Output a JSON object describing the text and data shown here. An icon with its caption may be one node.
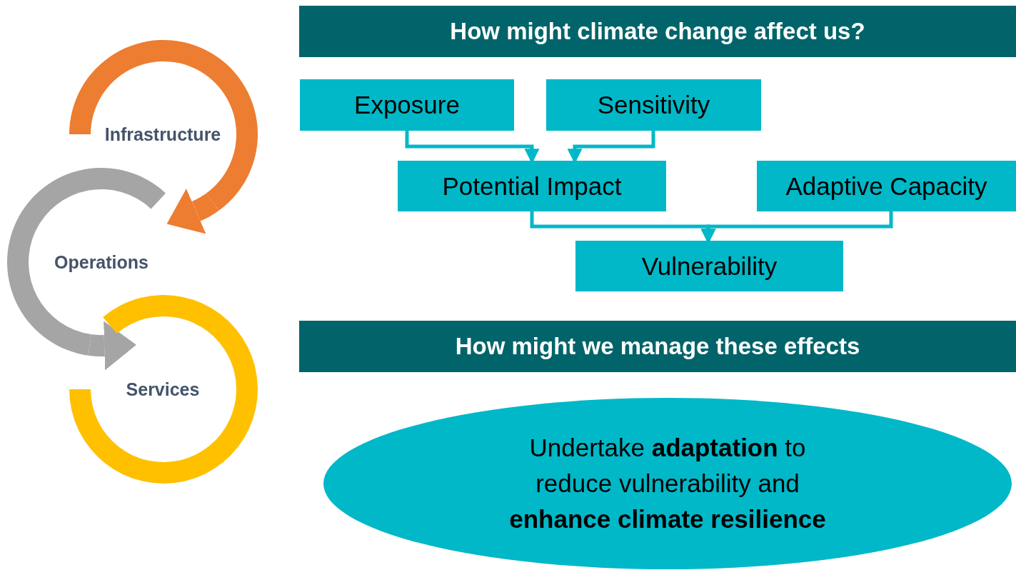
{
  "diagram": {
    "nodes": [
      {
        "text": [
          "Infrastructure"
        ]
      },
      {
        "text": [
          "Operations"
        ]
      },
      {
        "text": [
          "Services"
        ]
      },
      {
        "text": [
          "How might climate change affect us?"
        ]
      },
      {
        "text": [
          "Exposure"
        ]
      },
      {
        "text": [
          "Sensitivity"
        ]
      },
      {
        "text": [
          "Potential Impact"
        ]
      },
      {
        "text": [
          "Adaptive Capacity"
        ]
      },
      {
        "text": [
          "Vulnerability"
        ]
      },
      {
        "text": [
          "How might we manage these effects"
        ]
      },
      {
        "text": [
          "Undertake **adaptation** to reduce vulnerability and **enhance climate resilience**"
        ]
      }
    ],
    "edges": [
      {
        "from": 4,
        "to": 6,
        "arrow": "to"
      },
      {
        "from": 5,
        "to": 6,
        "arrow": "to"
      },
      {
        "from": 6,
        "to": 8,
        "arrow": "to"
      },
      {
        "from": 7,
        "to": 8,
        "arrow": "to"
      },
      {
        "from": 0,
        "to": 1,
        "arrow": "to",
        "style": "thick",
        "color": "#ed7d31"
      },
      {
        "from": 1,
        "to": 2,
        "arrow": "to",
        "style": "thick",
        "color": "#a5a5a5"
      }
    ]
  }
}
